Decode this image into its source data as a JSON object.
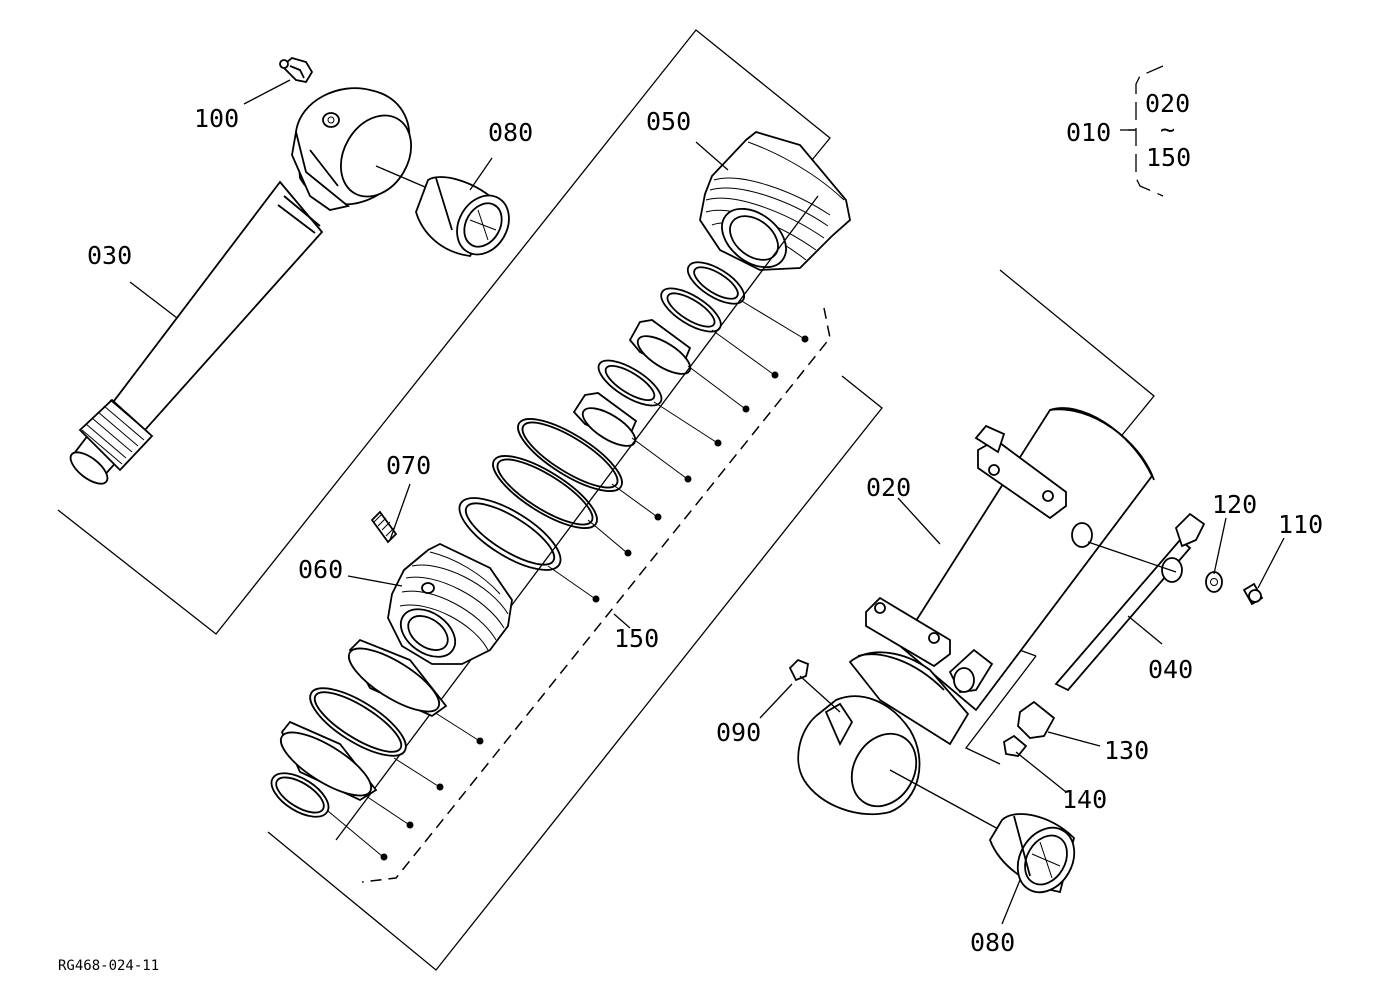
{
  "labels": {
    "p010": "010",
    "p020_top": "020",
    "tilde": "~",
    "p150_top": "150",
    "p100": "100",
    "p080_top": "080",
    "p050": "050",
    "p030": "030",
    "p070": "070",
    "p060": "060",
    "p150": "150",
    "p020": "020",
    "p120": "120",
    "p110": "110",
    "p040": "040",
    "p090": "090",
    "p130": "130",
    "p140": "140",
    "p080_bottom": "080"
  },
  "drawing_code": "RG468-024-11"
}
